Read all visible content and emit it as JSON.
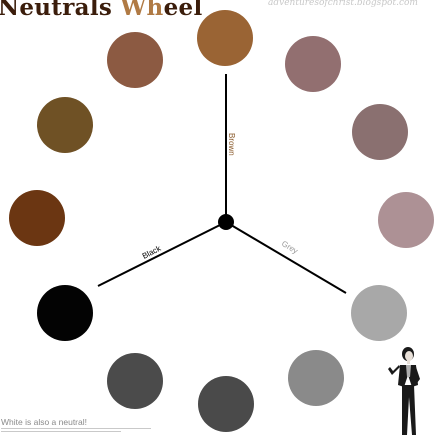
{
  "title": {
    "part1": "Neutrals ",
    "part2": "Wh",
    "part3": "eel"
  },
  "source_url": "adventuresofchrist.blogspot.com",
  "axes": {
    "brown": "Brown",
    "black": "Black",
    "grey": "Grey"
  },
  "footnote": {
    "line1": "White is also a neutral!"
  },
  "colors": {
    "swatches": [
      "#9a6434",
      "#926f70",
      "#8a7070",
      "#ad9195",
      "#a8a8a8",
      "#8a8a8a",
      "#4a4a4a",
      "#4b4b4b",
      "#030303",
      "#6b3612",
      "#6f5125",
      "#8c5a42"
    ],
    "axis_line": "#000000",
    "brown_label": "#8a5a2b",
    "black_label": "#000000",
    "grey_label": "#9a9a9a"
  }
}
